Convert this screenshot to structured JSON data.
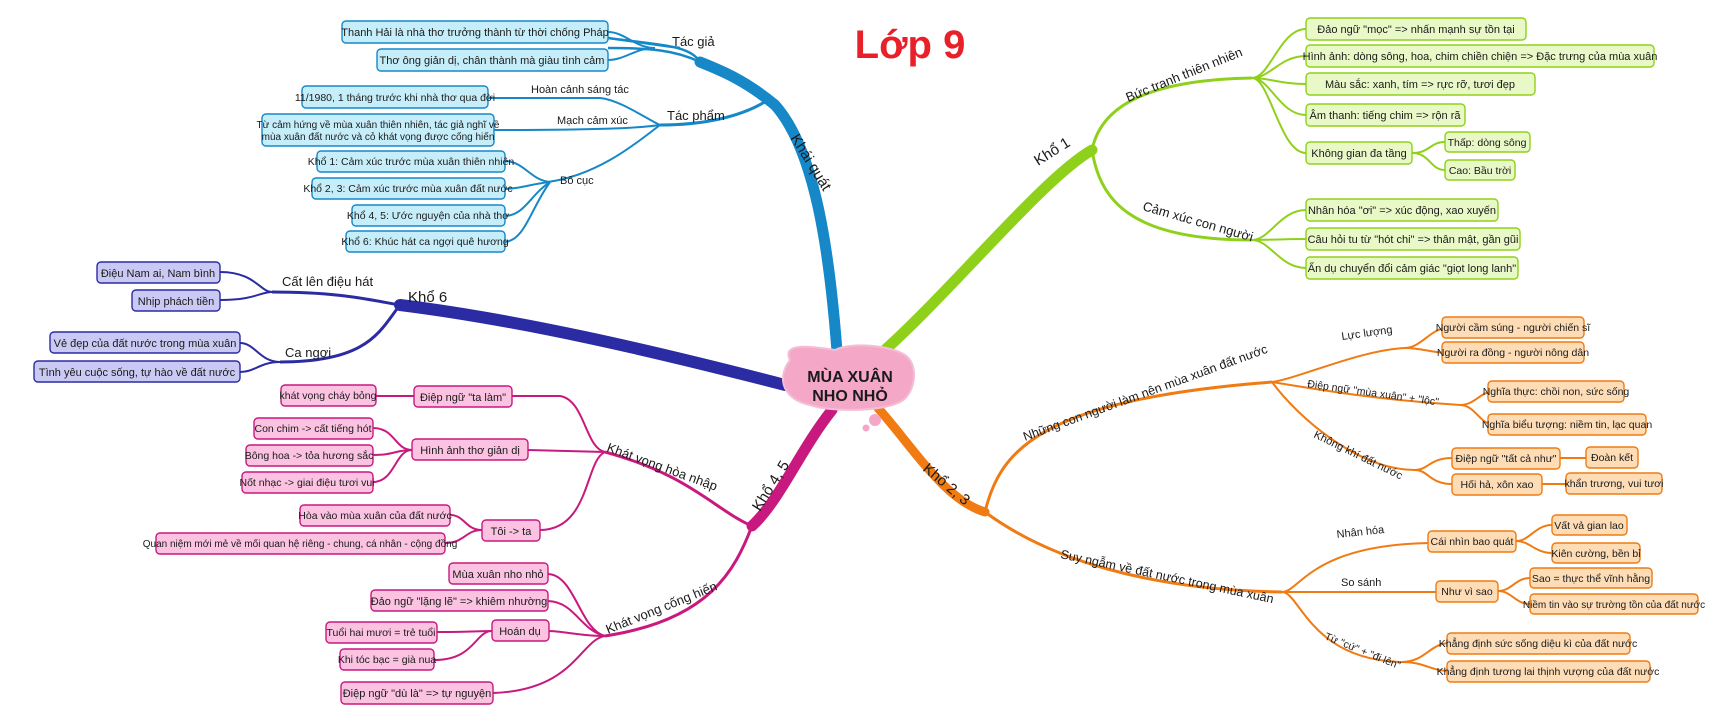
{
  "title": "Lớp 9",
  "center": {
    "line1": "MÙA XUÂN",
    "line2": "NHO NHỎ"
  },
  "colors": {
    "title": "#e8202a",
    "center_fill": "#f5a7c8",
    "khai_quat": "#1688c8",
    "kho1": "#8fd11a",
    "kho23": "#f07b12",
    "kho45": "#c8197f",
    "kho6": "#2b2ba3"
  },
  "branches": {
    "khai_quat": {
      "label": "Khái quát",
      "tac_gia": {
        "label": "Tác giả",
        "items": [
          "Thanh Hải là nhà thơ trưởng thành từ thời chống Pháp",
          "Thơ ông giản dị, chân thành mà giàu tình cảm"
        ]
      },
      "tac_pham": {
        "label": "Tác phẩm",
        "hoan_canh": {
          "label": "Hoàn cảnh sáng tác",
          "item": "11/1980, 1 tháng trước khi nhà thơ qua đời"
        },
        "mach_cam_xuc": {
          "label": "Mạch cảm xúc",
          "item_line1": "Từ cảm hứng về mùa xuân thiên nhiên, tác giả nghĩ về",
          "item_line2": "mùa xuân đất nước và cỏ khát vọng được cống hiến"
        },
        "bo_cuc": {
          "label": "Bố cục",
          "items": [
            "Khổ 1: Cảm xúc trước mùa xuân thiên nhiên",
            "Khổ 2, 3: Cảm xúc trước mùa xuân đất nước",
            "Khổ 4, 5: Ước nguyện của nhà thơ",
            "Khổ 6: Khúc hát ca ngợi quê hương"
          ]
        }
      }
    },
    "kho6": {
      "label": "Khổ 6",
      "cat_len": {
        "label": "Cất lên điệu hát",
        "items": [
          "Điệu Nam ai, Nam bình",
          "Nhịp phách tiền"
        ]
      },
      "ca_ngoi": {
        "label": "Ca ngợi",
        "items": [
          "Vẻ đẹp của đất nước trong mùa xuân",
          "Tình yêu cuộc sống, tự hào về đất nước"
        ]
      }
    },
    "kho45": {
      "label": "Khổ 4, 5",
      "hoa_nhap": {
        "label": "Khát vọng hòa nhập",
        "diep_ngu": {
          "label": "Điệp ngữ \"ta làm\"",
          "item": "khát vọng cháy bỏng"
        },
        "hinh_anh": {
          "label": "Hình ảnh thơ giản dị",
          "items": [
            "Con chim -> cất tiếng hót",
            "Bông hoa -> tỏa hương sắc",
            "Nốt nhạc -> giai điệu tươi vui"
          ]
        },
        "toi_ta": {
          "label": "Tôi -> ta",
          "items": [
            "Hòa vào mùa xuân của đất nước",
            "Quan niệm mới mẻ về mối quan hệ riêng - chung, cá nhân - cộng đồng"
          ]
        }
      },
      "cong_hien": {
        "label": "Khát vọng cống hiến",
        "items": [
          "Mùa xuân nho nhỏ",
          "Đảo ngữ \"lặng lẽ\" => khiêm nhường"
        ],
        "hoan_du": {
          "label": "Hoán dụ",
          "items": [
            "Tuổi hai mươi = trẻ tuổi",
            "Khi tóc bạc = già nua"
          ]
        },
        "last": "Điệp ngữ \"dù là\" => tự nguyện"
      }
    },
    "kho1": {
      "label": "Khổ 1",
      "buc_tranh": {
        "label": "Bức tranh thiên nhiên",
        "items": [
          "Đảo ngữ \"mọc\" => nhấn mạnh sự tồn tại",
          "Hình ảnh: dòng sông, hoa, chim chiền chiện => Đặc trưng của mùa xuân",
          "Màu sắc: xanh, tím => rực rỡ, tươi đẹp",
          "Âm thanh: tiếng chim => rộn rã"
        ],
        "khong_gian": {
          "label": "Không gian đa tầng",
          "items": [
            "Thấp: dòng sông",
            "Cao: Bầu trời"
          ]
        }
      },
      "cam_xuc": {
        "label": "Cảm xúc con người",
        "items": [
          "Nhân hóa \"ơi\" => xúc động, xao xuyến",
          "Câu hỏi tu từ \"hót chi\" => thân mật, gần gũi",
          "Ẩn dụ chuyển đổi cảm giác \"giọt long lanh\""
        ]
      }
    },
    "kho23": {
      "label": "Khổ 2, 3",
      "nhung_con_nguoi": {
        "label": "Những con người làm nên mùa xuân đất nước",
        "luc_luong": {
          "label": "Lực lượng",
          "items": [
            "Người cầm súng - người chiến sĩ",
            "Người ra đồng - người nông dân"
          ]
        },
        "diep_ngu": {
          "label": "Điệp ngữ \"mùa xuân\" + \"lộc\"",
          "items": [
            "Nghĩa thực: chồi non, sức sống",
            "Nghĩa biểu tượng: niềm tin, lạc quan"
          ]
        },
        "khong_khi": {
          "label": "Không khí đất nước",
          "sub1": "Điệp ngữ \"tất cả như\"",
          "sub1_item": "Đoàn kết",
          "sub2": "Hối hả, xôn xao",
          "sub2_item": "khẩn trương, vui tươi"
        }
      },
      "suy_ngam": {
        "label": "Suy ngẫm về đất nước trong mùa xuân",
        "nhan_hoa": {
          "label": "Nhân hóa",
          "box": "Cái nhìn bao quát",
          "items": [
            "Vất vả gian lao",
            "Kiên cường, bền bỉ"
          ]
        },
        "so_sanh": {
          "label": "So sánh",
          "box": "Như vì sao",
          "items": [
            "Sao = thực thể vĩnh hằng",
            "Niềm tin vào sự trường tồn của đất nước"
          ]
        },
        "tu_cu": {
          "label": "Từ \"cứ\" + \"đi lên\"",
          "items": [
            "Khẳng định sức sống diệu kì của đất nước",
            "Khẳng định tương lai thịnh vượng của đất nước"
          ]
        }
      }
    }
  }
}
